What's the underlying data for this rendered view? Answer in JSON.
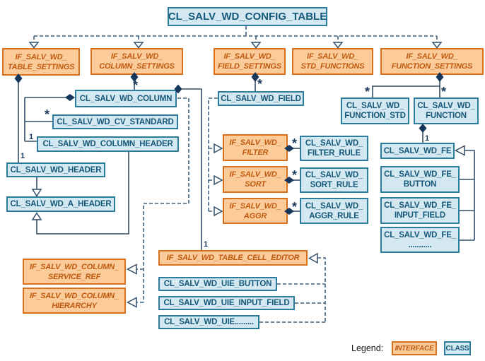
{
  "nodes": [
    {
      "id": "config-table",
      "type": "class",
      "label": "CL_SALV_WD_CONFIG_TABLE"
    },
    {
      "id": "if-table-settings",
      "type": "interface",
      "label": "IF_SALV_WD_\nTABLE_SETTINGS"
    },
    {
      "id": "if-column-settings",
      "type": "interface",
      "label": "IF_SALV_WD_\nCOLUMN_SETTINGS"
    },
    {
      "id": "if-field-settings",
      "type": "interface",
      "label": "IF_SALV_WD_\nFIELD_SETTINGS"
    },
    {
      "id": "if-std-functions",
      "type": "interface",
      "label": "IF_SALV_WD_\nSTD_FUNCTIONS"
    },
    {
      "id": "if-function-settings",
      "type": "interface",
      "label": "IF_SALV_WD_\nFUNCTION_SETTINGS"
    },
    {
      "id": "cl-column",
      "type": "class",
      "label": "CL_SALV_WD_COLUMN"
    },
    {
      "id": "cl-cv-standard",
      "type": "class",
      "label": "CL_SALV_WD_CV_STANDARD"
    },
    {
      "id": "cl-column-header",
      "type": "class",
      "label": "CL_SALV_WD_COLUMN_HEADER"
    },
    {
      "id": "cl-header",
      "type": "class",
      "label": "CL_SALV_WD_HEADER"
    },
    {
      "id": "cl-a-header",
      "type": "class",
      "label": "CL_SALV_WD_A_HEADER"
    },
    {
      "id": "cl-field",
      "type": "class",
      "label": "CL_SALV_WD_FIELD"
    },
    {
      "id": "if-filter",
      "type": "interface",
      "label": "IF_SALV_WD_\nFILTER"
    },
    {
      "id": "cl-filter-rule",
      "type": "class",
      "label": "CL_SALV_WD_\nFILTER_RULE"
    },
    {
      "id": "if-sort",
      "type": "interface",
      "label": "IF_SALV_WD_\nSORT"
    },
    {
      "id": "cl-sort-rule",
      "type": "class",
      "label": "CL_SALV_WD_\nSORT_RULE"
    },
    {
      "id": "if-aggr",
      "type": "interface",
      "label": "IF_SALV_WD_\nAGGR"
    },
    {
      "id": "cl-aggr-rule",
      "type": "class",
      "label": "CL_SALV_WD_\nAGGR_RULE"
    },
    {
      "id": "cl-function-std",
      "type": "class",
      "label": "CL_SALV_WD_\nFUNCTION_STD"
    },
    {
      "id": "cl-function",
      "type": "class",
      "label": "CL_SALV_WD_\nFUNCTION"
    },
    {
      "id": "cl-fe",
      "type": "class",
      "label": "CL_SALV_WD_FE"
    },
    {
      "id": "cl-fe-button",
      "type": "class",
      "label": "CL_SALV_WD_FE_\nBUTTON"
    },
    {
      "id": "cl-fe-input-field",
      "type": "class",
      "label": "CL_SALV_WD_FE_\nINPUT_FIELD"
    },
    {
      "id": "cl-fe-more",
      "type": "class",
      "label": "CL_SALV_WD_FE_\n..........."
    },
    {
      "id": "if-table-cell-editor",
      "type": "interface",
      "label": "IF_SALV_WD_TABLE_CELL_EDITOR"
    },
    {
      "id": "cl-uie-button",
      "type": "class",
      "label": "CL_SALV_WD_UIE_BUTTON"
    },
    {
      "id": "cl-uie-input-field",
      "type": "class",
      "label": "CL_SALV_WD_UIE_INPUT_FIELD"
    },
    {
      "id": "cl-uie-more",
      "type": "class",
      "label": "CL_SALV_WD_UIE........."
    },
    {
      "id": "if-column-service-ref",
      "type": "interface",
      "label": "IF_SALV_WD_COLUMN_\nSERVICE_REF"
    },
    {
      "id": "if-column-hierarchy",
      "type": "interface",
      "label": "IF_SALV_WD_COLUMN_\nHIERARCHY"
    }
  ],
  "multiplicities": [
    {
      "text": "1"
    },
    {
      "text": "*"
    },
    {
      "text": "*"
    },
    {
      "text": "1"
    },
    {
      "text": "1"
    },
    {
      "text": "*"
    },
    {
      "text": "*"
    },
    {
      "text": "*"
    },
    {
      "text": "*"
    },
    {
      "text": "*"
    },
    {
      "text": "*"
    },
    {
      "text": "1"
    }
  ],
  "legend": {
    "caption": "Legend:",
    "interface_label": "INTERFACE",
    "class_label": "CLASS"
  },
  "colors": {
    "interface_fill": "#FBCC99",
    "interface_border": "#D9701C",
    "interface_text": "#C05A11",
    "class_fill": "#D3E8F0",
    "class_border": "#2E7C9C",
    "class_text": "#16587A",
    "solid_connector": "#334F68",
    "dashed_connector": "#3D5F7D",
    "diamond_fill": "#16365C",
    "background": "#FFFFFF"
  }
}
